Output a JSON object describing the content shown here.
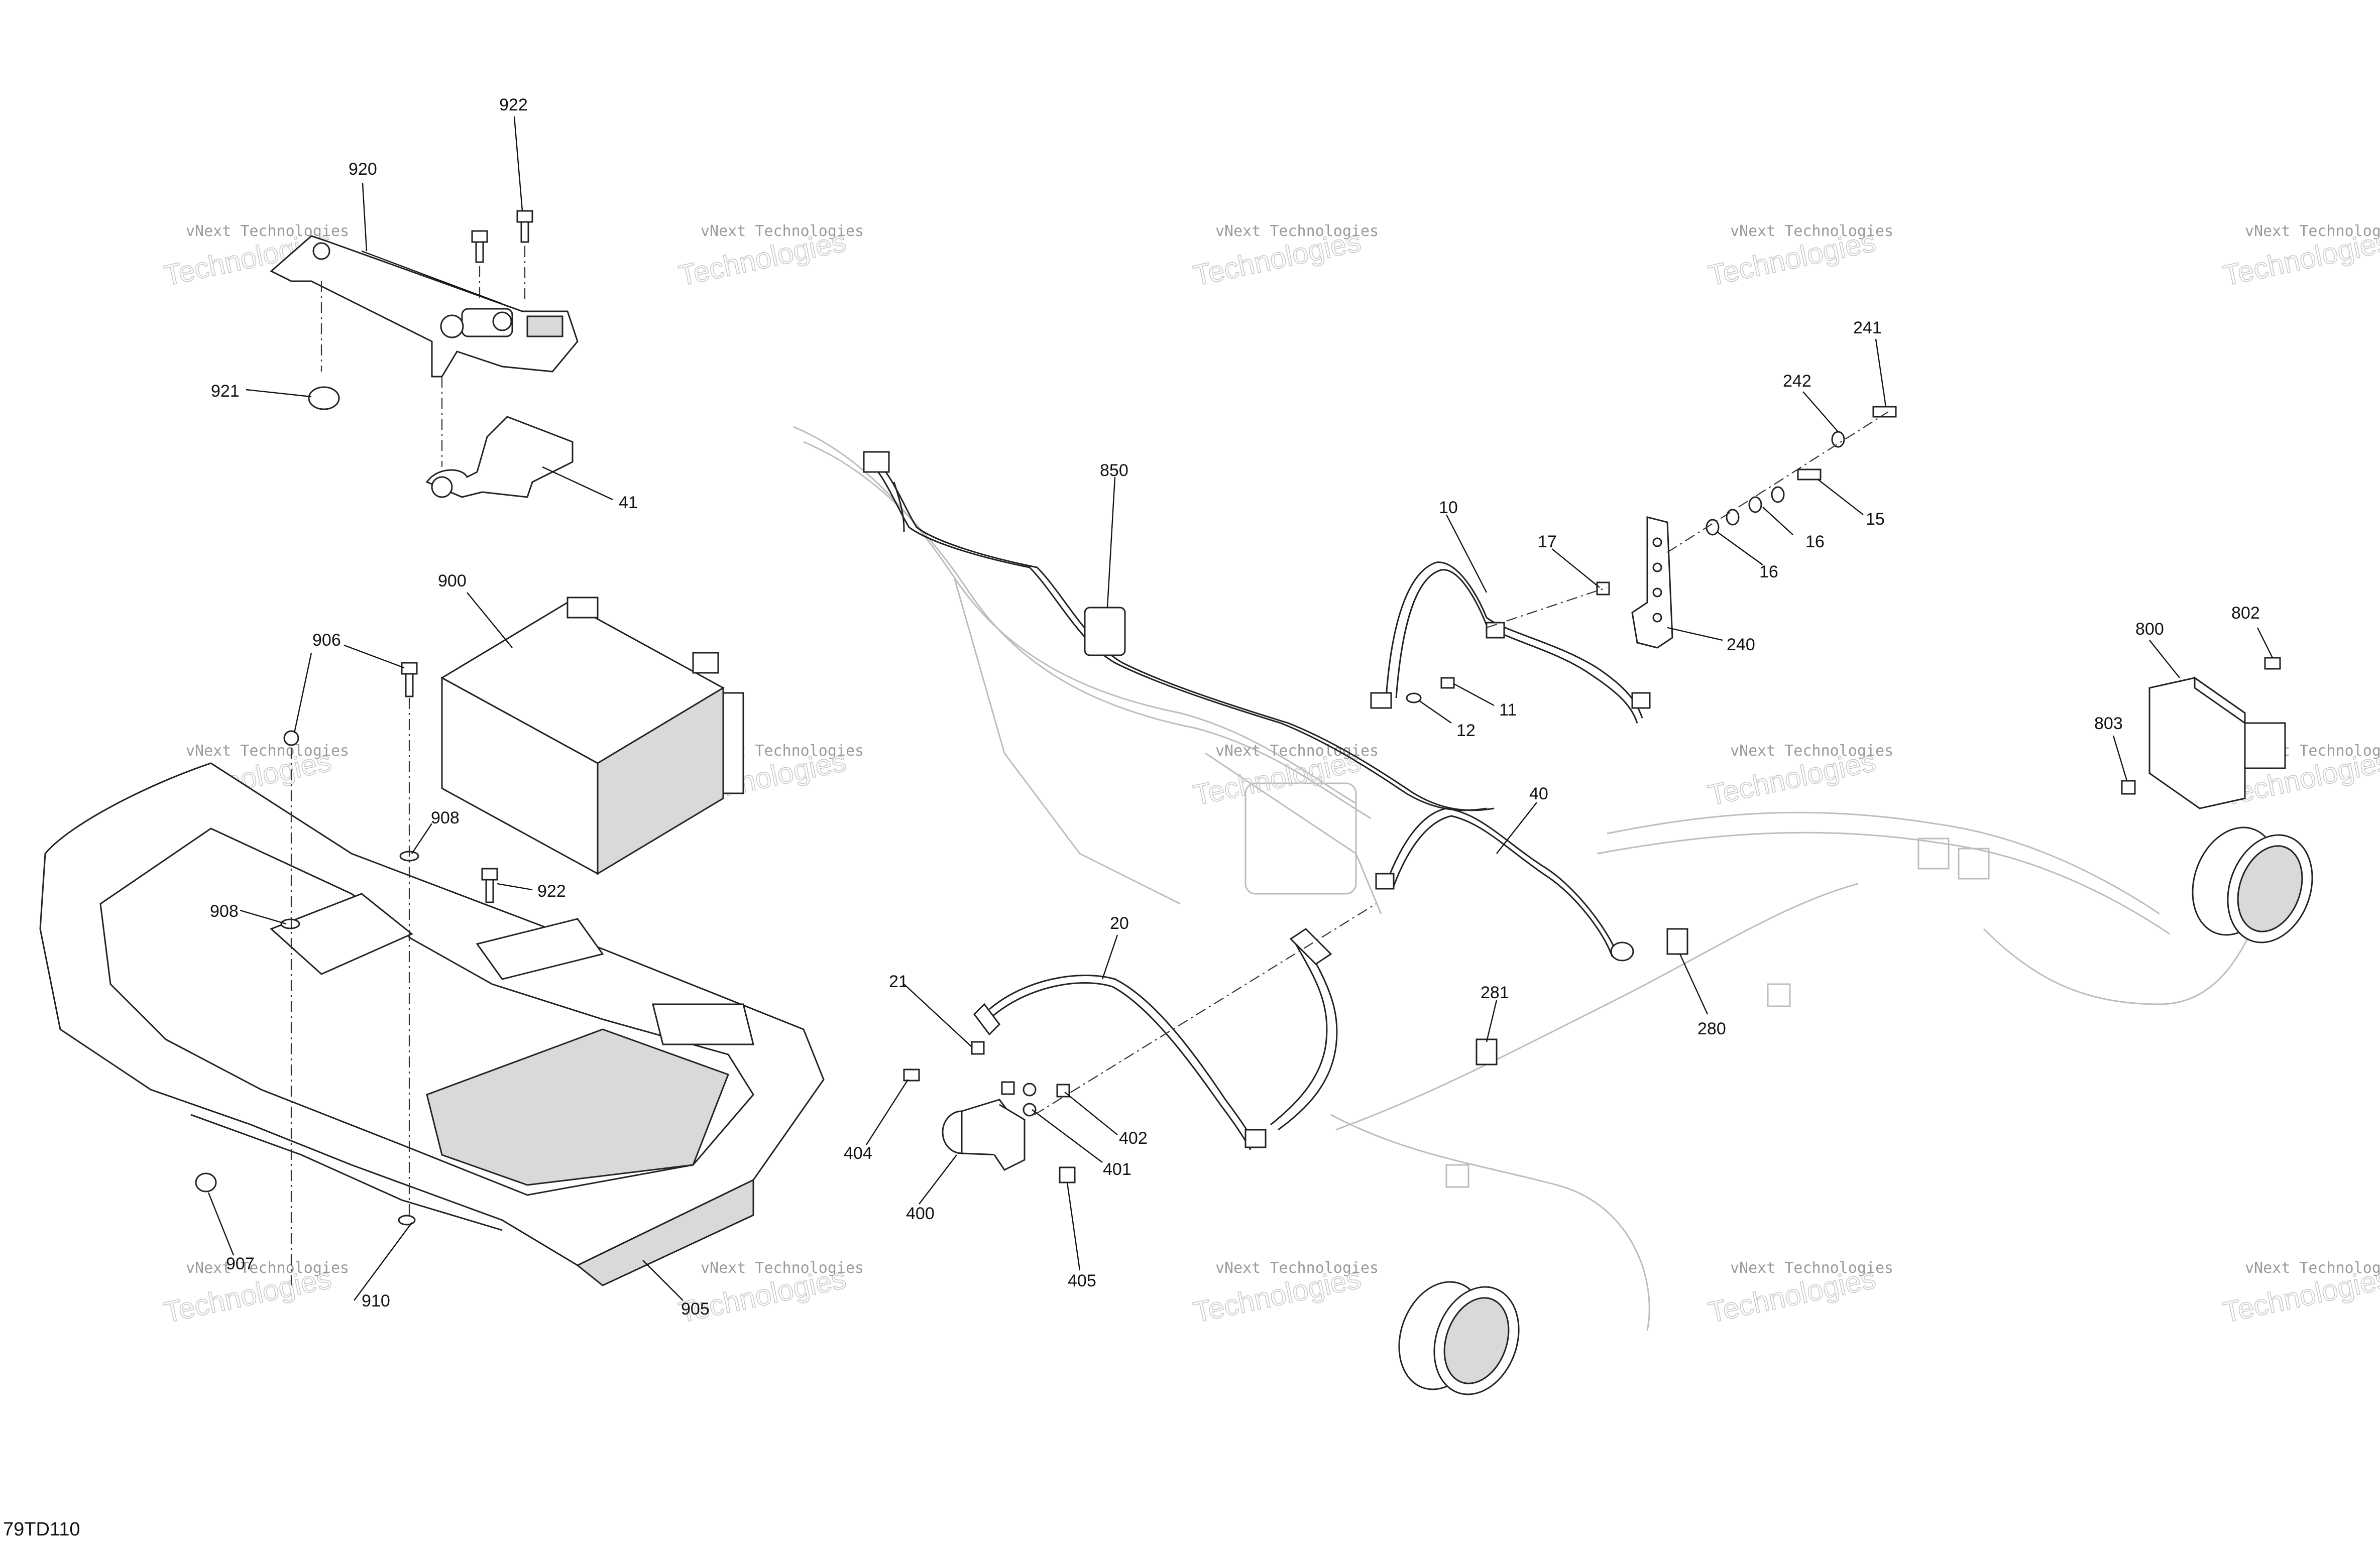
{
  "figure_code": "79TD110",
  "watermark": {
    "line1": "vNext Technologies",
    "line2": "vNext",
    "line3": "Technologies"
  },
  "callouts": [
    {
      "id": "922a",
      "text": "922"
    },
    {
      "id": "920",
      "text": "920"
    },
    {
      "id": "921",
      "text": "921"
    },
    {
      "id": "41",
      "text": "41"
    },
    {
      "id": "900",
      "text": "900"
    },
    {
      "id": "906",
      "text": "906"
    },
    {
      "id": "908a",
      "text": "908"
    },
    {
      "id": "922b",
      "text": "922"
    },
    {
      "id": "908b",
      "text": "908"
    },
    {
      "id": "907",
      "text": "907"
    },
    {
      "id": "910",
      "text": "910"
    },
    {
      "id": "905",
      "text": "905"
    },
    {
      "id": "850",
      "text": "850"
    },
    {
      "id": "10",
      "text": "10"
    },
    {
      "id": "17",
      "text": "17"
    },
    {
      "id": "241",
      "text": "241"
    },
    {
      "id": "242",
      "text": "242"
    },
    {
      "id": "15",
      "text": "15"
    },
    {
      "id": "16a",
      "text": "16"
    },
    {
      "id": "16b",
      "text": "16"
    },
    {
      "id": "240",
      "text": "240"
    },
    {
      "id": "11",
      "text": "11"
    },
    {
      "id": "12",
      "text": "12"
    },
    {
      "id": "40",
      "text": "40"
    },
    {
      "id": "20",
      "text": "20"
    },
    {
      "id": "21",
      "text": "21"
    },
    {
      "id": "404",
      "text": "404"
    },
    {
      "id": "402",
      "text": "402"
    },
    {
      "id": "401",
      "text": "401"
    },
    {
      "id": "400",
      "text": "400"
    },
    {
      "id": "405",
      "text": "405"
    },
    {
      "id": "281",
      "text": "281"
    },
    {
      "id": "280",
      "text": "280"
    },
    {
      "id": "800",
      "text": "800"
    },
    {
      "id": "802",
      "text": "802"
    },
    {
      "id": "803",
      "text": "803"
    }
  ]
}
